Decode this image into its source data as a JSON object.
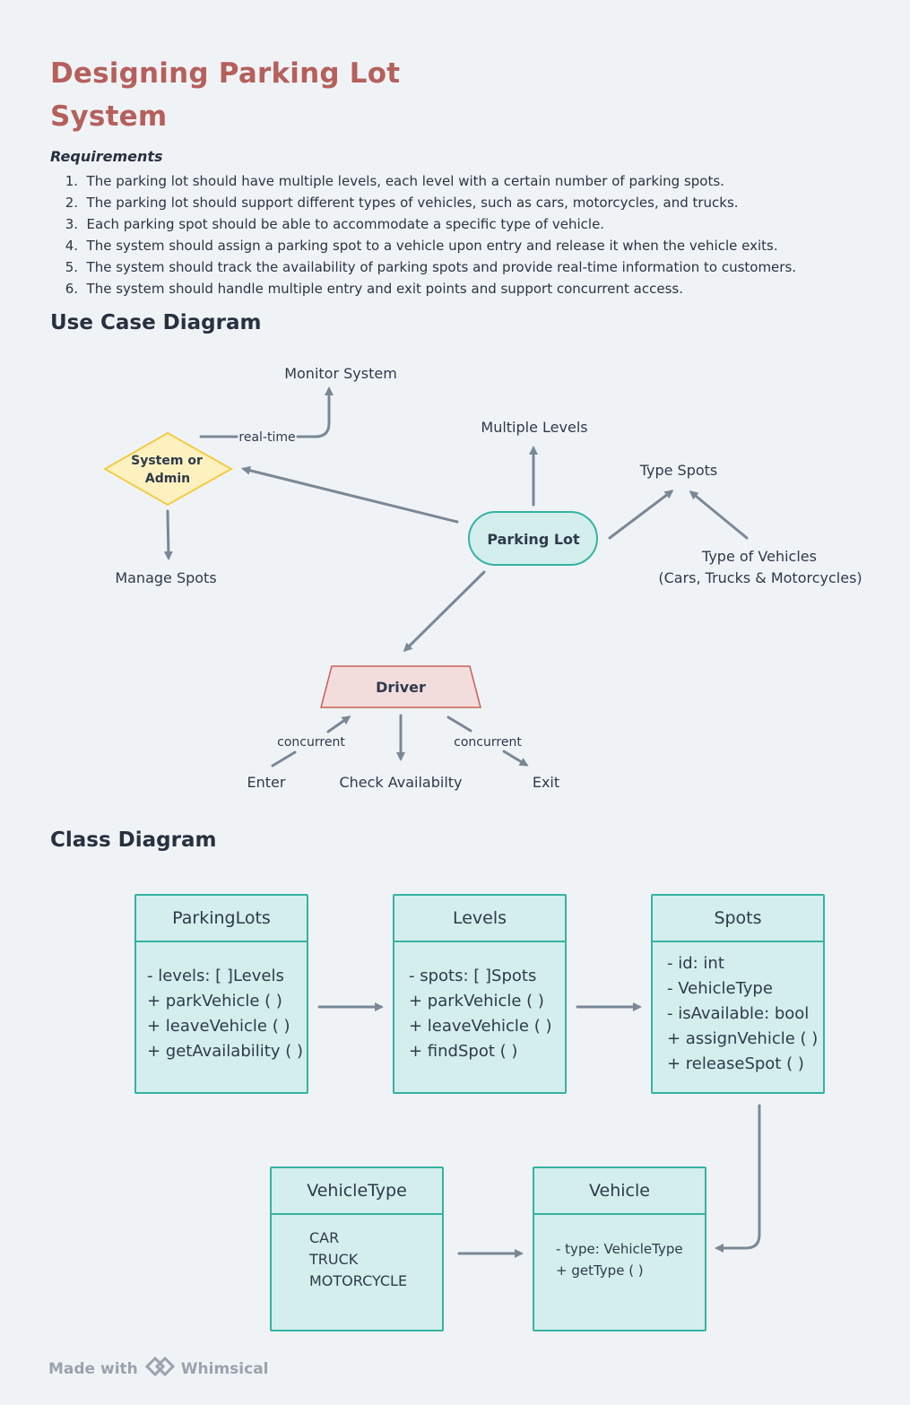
{
  "title": "Designing Parking Lot System",
  "requirements": {
    "heading": "Requirements",
    "items": [
      "The parking lot should have multiple levels, each level with a certain number of parking spots.",
      "The parking lot should support different types of vehicles, such as cars, motorcycles, and trucks.",
      "Each parking spot should be able to accommodate a specific type of vehicle.",
      "The system should assign a parking spot to a vehicle upon entry and release it when the vehicle exits.",
      "The system should track the availability of parking spots and provide real-time information to customers.",
      "The system should handle multiple entry and exit points and support concurrent access."
    ]
  },
  "use_case": {
    "heading": "Use Case Diagram",
    "monitor_system": "Monitor System",
    "real_time": "real-time",
    "system_admin_line1": "System or",
    "system_admin_line2": "Admin",
    "manage_spots": "Manage Spots",
    "multiple_levels": "Multiple Levels",
    "parking_lot": "Parking Lot",
    "type_spots": "Type Spots",
    "type_vehicles_line1": "Type of Vehicles",
    "type_vehicles_line2": "(Cars, Trucks & Motorcycles)",
    "driver": "Driver",
    "concurrent_left": "concurrent",
    "concurrent_right": "concurrent",
    "enter": "Enter",
    "check_availability": "Check Availabilty",
    "exit": "Exit"
  },
  "class_diagram": {
    "heading": "Class Diagram",
    "parking_lots": {
      "name": "ParkingLots",
      "members": [
        "- levels: [ ]Levels",
        "+ parkVehicle ( )",
        "+ leaveVehicle ( )",
        "+ getAvailability ( )"
      ]
    },
    "levels": {
      "name": "Levels",
      "members": [
        "- spots: [ ]Spots",
        "+ parkVehicle ( )",
        "+ leaveVehicle ( )",
        "+ findSpot ( )"
      ]
    },
    "spots": {
      "name": "Spots",
      "members": [
        "- id: int",
        "- VehicleType",
        "- isAvailable: bool",
        "+ assignVehicle ( )",
        "+ releaseSpot ( )"
      ]
    },
    "vehicle_type": {
      "name": "VehicleType",
      "members": [
        "CAR",
        "TRUCK",
        "MOTORCYCLE"
      ]
    },
    "vehicle": {
      "name": "Vehicle",
      "members": [
        "- type: VehicleType",
        "+ getType ( )"
      ]
    }
  },
  "footer": {
    "made_with": "Made with",
    "brand": "Whimsical"
  },
  "colors": {
    "title": "#b5605c",
    "class_fill": "#d3eeec",
    "class_border": "#35b3a3",
    "parking_lot_fill": "#d3eeec",
    "system_admin_fill": "#fdf1c0",
    "system_admin_border": "#f2cc45",
    "driver_fill": "#f3dcdc",
    "driver_border": "#c7605a",
    "arrow": "#7a8896"
  }
}
